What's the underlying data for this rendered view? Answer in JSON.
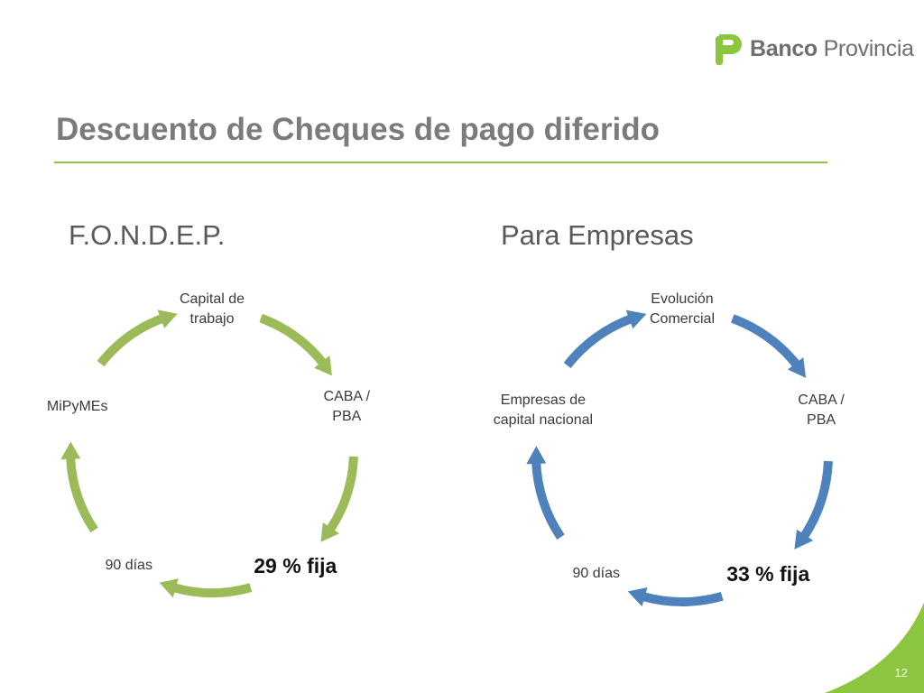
{
  "brand": {
    "name_bold": "Banco",
    "name_regular": "Provincia",
    "logo_icon": "bank-logo-icon",
    "color": "#8cc63f"
  },
  "slide": {
    "title": "Descuento de Cheques de pago diferido",
    "page_number": "12"
  },
  "columns": [
    {
      "heading": "F.O.N.D.E.P.",
      "accent": "#9bbb59",
      "nodes": [
        "Capital de\ntrabajo",
        "CABA /\nPBA",
        "29 % fija",
        "90 días",
        "MiPyMEs"
      ]
    },
    {
      "heading": "Para Empresas",
      "accent": "#4f81bd",
      "nodes": [
        "Evolución\nComercial",
        "CABA /\nPBA",
        "33 % fija",
        "90 días",
        "Empresas de\ncapital nacional"
      ]
    }
  ]
}
